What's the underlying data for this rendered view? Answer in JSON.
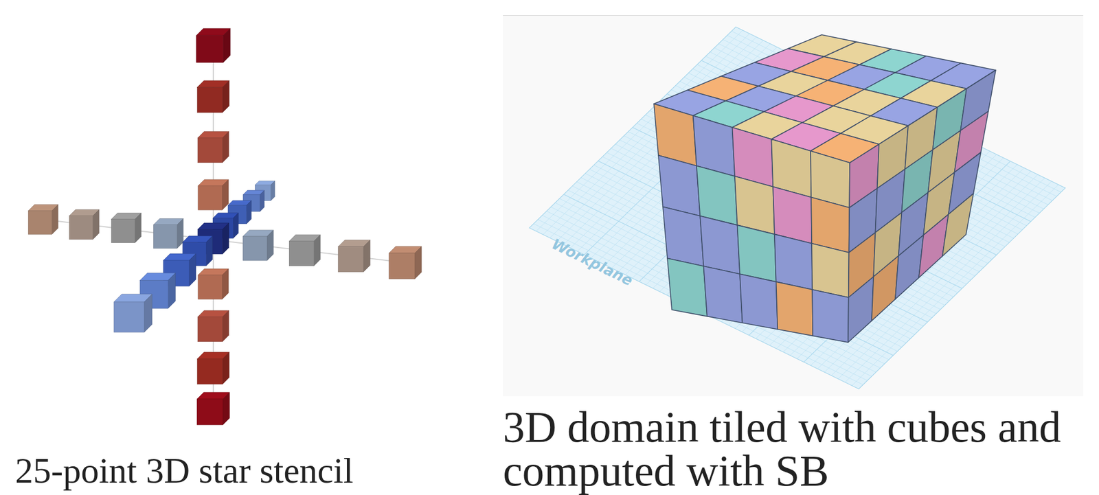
{
  "diagram": {
    "labels": [
      "25-point 3D star stencil",
      "3D domain tiled with cubes and computed with SB",
      "Workplane"
    ]
  }
}
